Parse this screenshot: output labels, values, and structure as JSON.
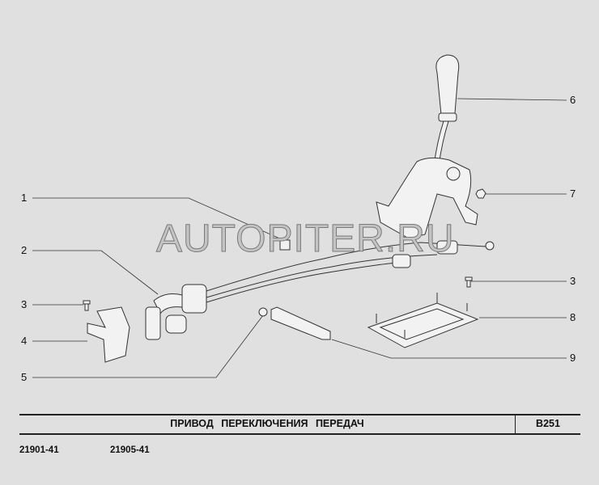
{
  "diagram": {
    "watermark": "AUTOPITER.RU",
    "callouts": [
      {
        "label": "1"
      },
      {
        "label": "2"
      },
      {
        "label": "3"
      },
      {
        "label": "4"
      },
      {
        "label": "5"
      },
      {
        "label": "6"
      },
      {
        "label": "7"
      },
      {
        "label": "3"
      },
      {
        "label": "8"
      },
      {
        "label": "9"
      }
    ]
  },
  "footer": {
    "title": "ПРИВОД ПЕРЕКЛЮЧЕНИЯ ПЕРЕДАЧ",
    "code": "B251",
    "models": [
      "21901-41",
      "21905-41"
    ]
  }
}
